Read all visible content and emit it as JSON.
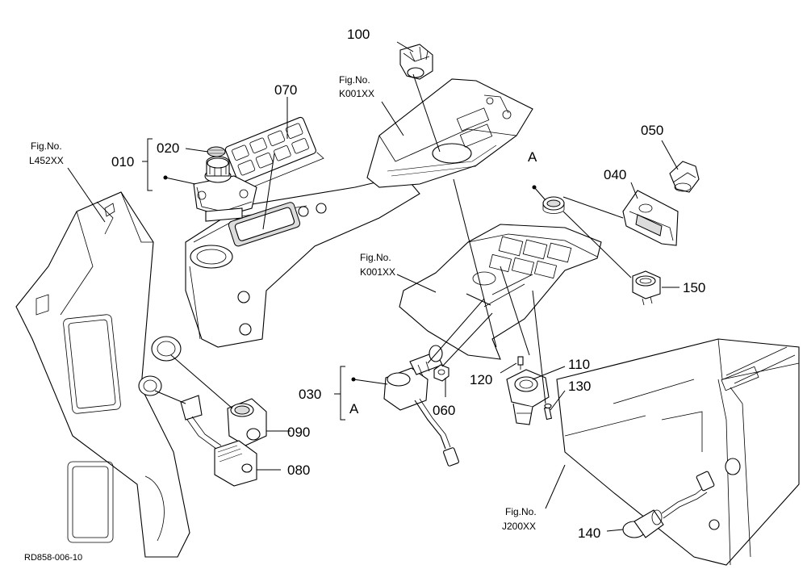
{
  "diagram": {
    "drawing_code": "RD858-006-10",
    "part_labels": {
      "p100": "100",
      "p070": "070",
      "p020": "020",
      "p010": "010",
      "p050": "050",
      "p040": "040",
      "p150": "150",
      "p110": "110",
      "p120": "120",
      "p130": "130",
      "p030": "030",
      "p060": "060",
      "p090": "090",
      "p080": "080",
      "p140": "140"
    },
    "view_markers": {
      "upper": "A",
      "lower": "A"
    },
    "figure_refs": {
      "k001_top": {
        "prefix": "Fig.No.",
        "code": "K001XX"
      },
      "l452": {
        "prefix": "Fig.No.",
        "code": "L452XX"
      },
      "k001_mid": {
        "prefix": "Fig.No.",
        "code": "K001XX"
      },
      "j200": {
        "prefix": "Fig.No.",
        "code": "J200XX"
      }
    }
  }
}
